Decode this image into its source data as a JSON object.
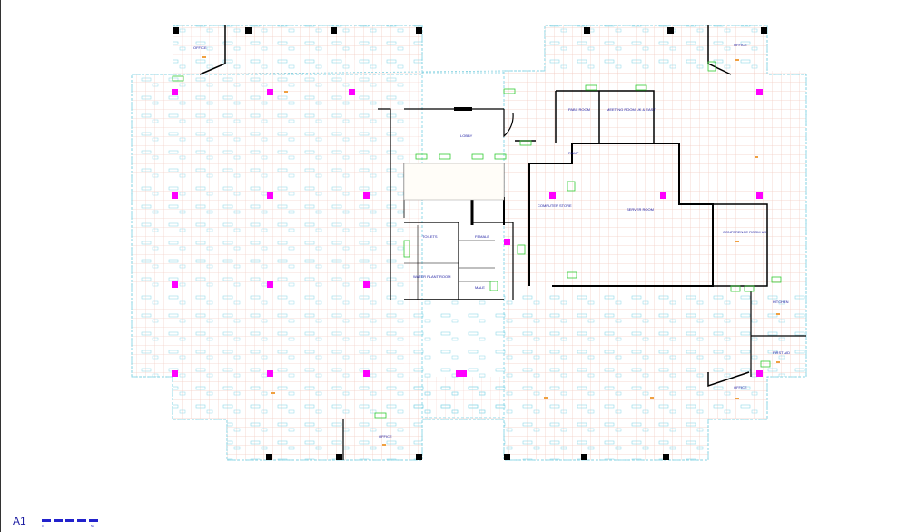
{
  "sheet": {
    "id": "A1"
  },
  "scale_bar": {
    "start": "0",
    "end": "5m"
  },
  "rooms": {
    "office_top_left": "OFFICE",
    "office_top_right": "OFFICE",
    "office_bottom": "OFFICE",
    "office_right": "OFFICE",
    "lobby": "LOBBY",
    "pabx_room": "PABX ROOM",
    "meeting_room": "MEETING ROOM UK & EAST",
    "ramp": "RAMP",
    "server_room": "SERVER ROOM",
    "computer_store": "COMPUTER STORE",
    "conference_room": "CONFERENCE ROOM UK",
    "toilets": "TOILETS",
    "female": "FEMALE",
    "male": "MALE",
    "water_plant_room": "WATER PLANT ROOM",
    "kitchen": "KITCHEN",
    "first_aid": "FIRST AID"
  },
  "colors": {
    "grid": "#f2c9c0",
    "fixture": "#7fd6e6",
    "column": "#000000",
    "marker": "#ff00ff",
    "door": "#33cc33",
    "label": "#1a1aa0",
    "tag": "#f0a040"
  }
}
